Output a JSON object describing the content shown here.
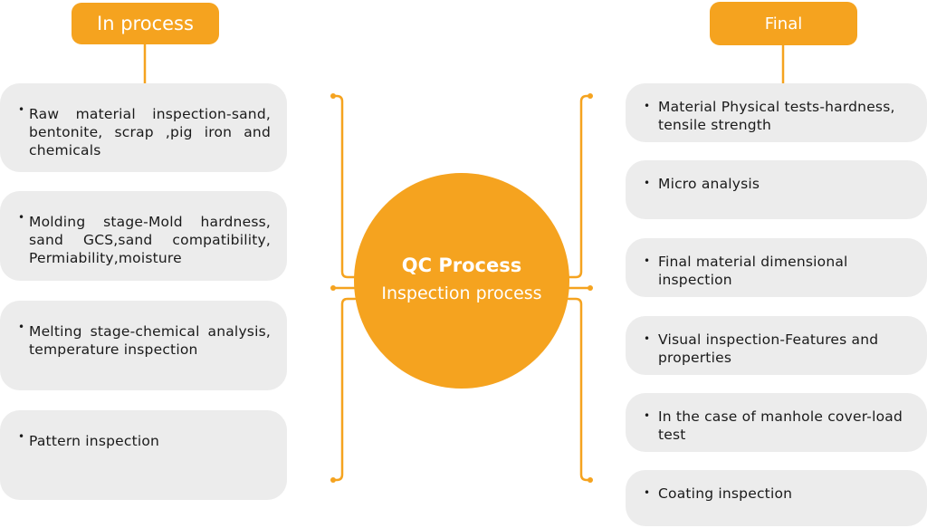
{
  "center": {
    "title": "QC Process",
    "subtitle": "Inspection process"
  },
  "left_header": "In process",
  "right_header": "Final",
  "left_items": [
    "Raw material inspection-sand, bentonite, scrap ,pig iron and chemicals",
    "Molding stage-Mold hardness, sand GCS,sand compatibility, Permiability,moisture",
    "Melting stage-chemical analysis, temperature inspection",
    "Pattern inspection"
  ],
  "right_items": [
    "Material Physical tests-hardness, tensile strength",
    "Micro analysis",
    "Final material dimensional inspection",
    "Visual inspection-Features and properties",
    "In the case of manhole cover-load test",
    "Coating inspection"
  ],
  "bullet": "•",
  "colors": {
    "accent": "#f5a31f",
    "box_bg": "#ececec",
    "text": "#1a1a1a"
  }
}
